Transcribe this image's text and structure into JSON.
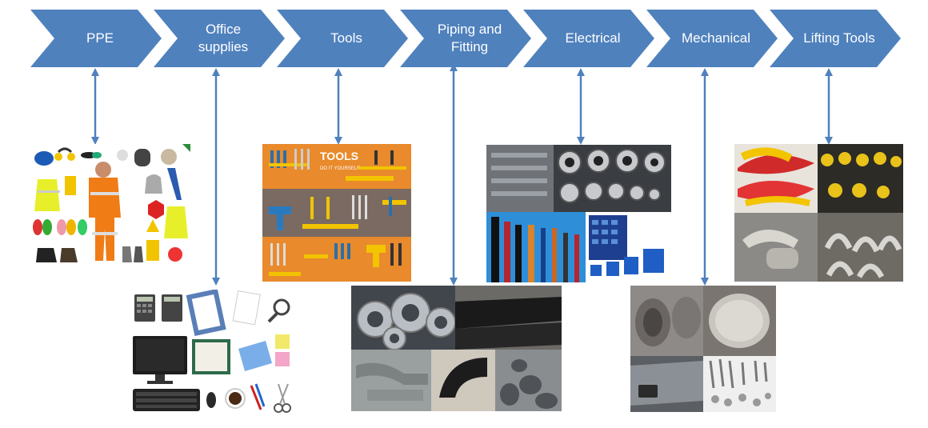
{
  "process": {
    "steps": [
      {
        "label": "PPE"
      },
      {
        "label": "Office\nsupplies"
      },
      {
        "label": "Tools"
      },
      {
        "label": "Piping and\nFitting"
      },
      {
        "label": "Electrical"
      },
      {
        "label": "Mechanical"
      },
      {
        "label": "Lifting Tools"
      }
    ]
  },
  "images": {
    "tools_banner_title": "TOOLS",
    "tools_banner_subtitle": "DO IT YOURSELF"
  },
  "colors": {
    "chevron": "#4f81bd",
    "connector": "#4f81bd"
  }
}
